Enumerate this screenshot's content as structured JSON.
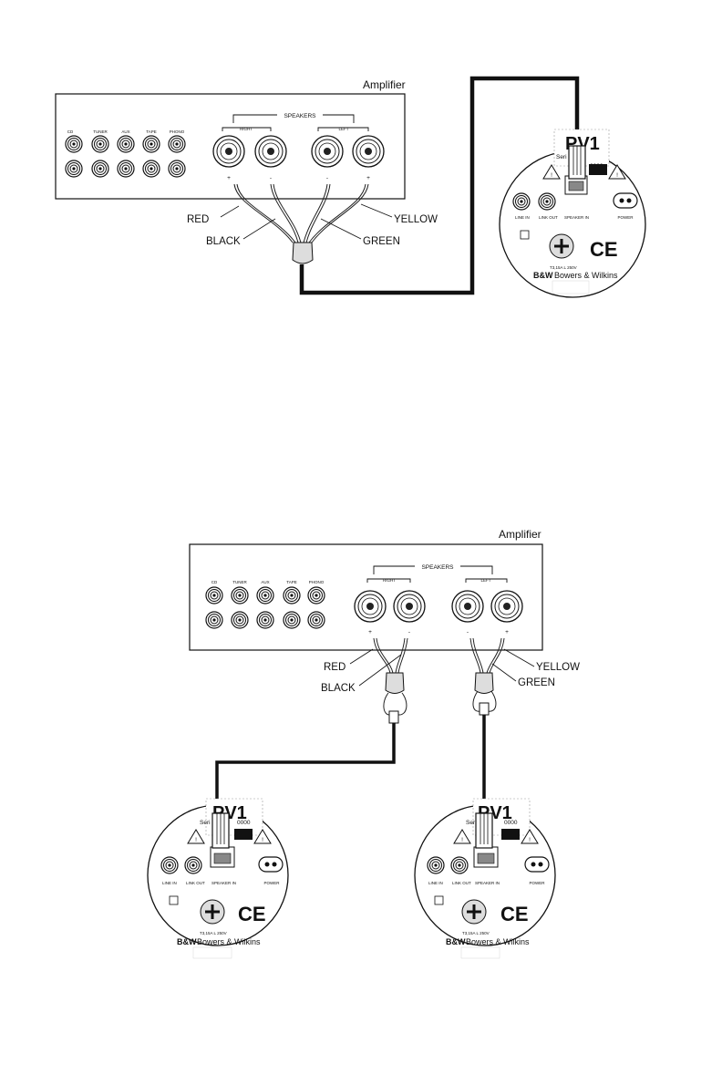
{
  "diagram1": {
    "amplifier_label": "Amplifier",
    "speakers_label": "SPEAKERS",
    "right_label": "RIGHT",
    "left_label": "LEFT",
    "inputs": [
      "CD",
      "TUNER",
      "AUX",
      "TAPE",
      "PHONO"
    ],
    "polarity": [
      "+",
      "-",
      "-",
      "+"
    ],
    "wires": {
      "red": "RED",
      "black": "BLACK",
      "green": "GREEN",
      "yellow": "YELLOW"
    }
  },
  "diagram2": {
    "amplifier_label": "Amplifier",
    "speakers_label": "SPEAKERS",
    "right_label": "RIGHT",
    "left_label": "LEFT",
    "inputs": [
      "CD",
      "TUNER",
      "AUX",
      "TAPE",
      "PHONO"
    ],
    "polarity": [
      "+",
      "-",
      "-",
      "+"
    ],
    "wires": {
      "red": "RED",
      "black": "BLACK",
      "green": "GREEN",
      "yellow": "YELLOW"
    }
  },
  "subwoofer": {
    "model": "PV1",
    "serial_prefix": "Seri",
    "serial_suffix": "0000",
    "line_in": "LINE IN",
    "link_out": "LINK OUT",
    "speaker_in": "SPEAKER IN",
    "power": "POWER",
    "fuse": "T3,15A L 250V",
    "brand_mark": "B&W",
    "brand_name": "Bowers & Wilkins",
    "ce": "CE"
  }
}
